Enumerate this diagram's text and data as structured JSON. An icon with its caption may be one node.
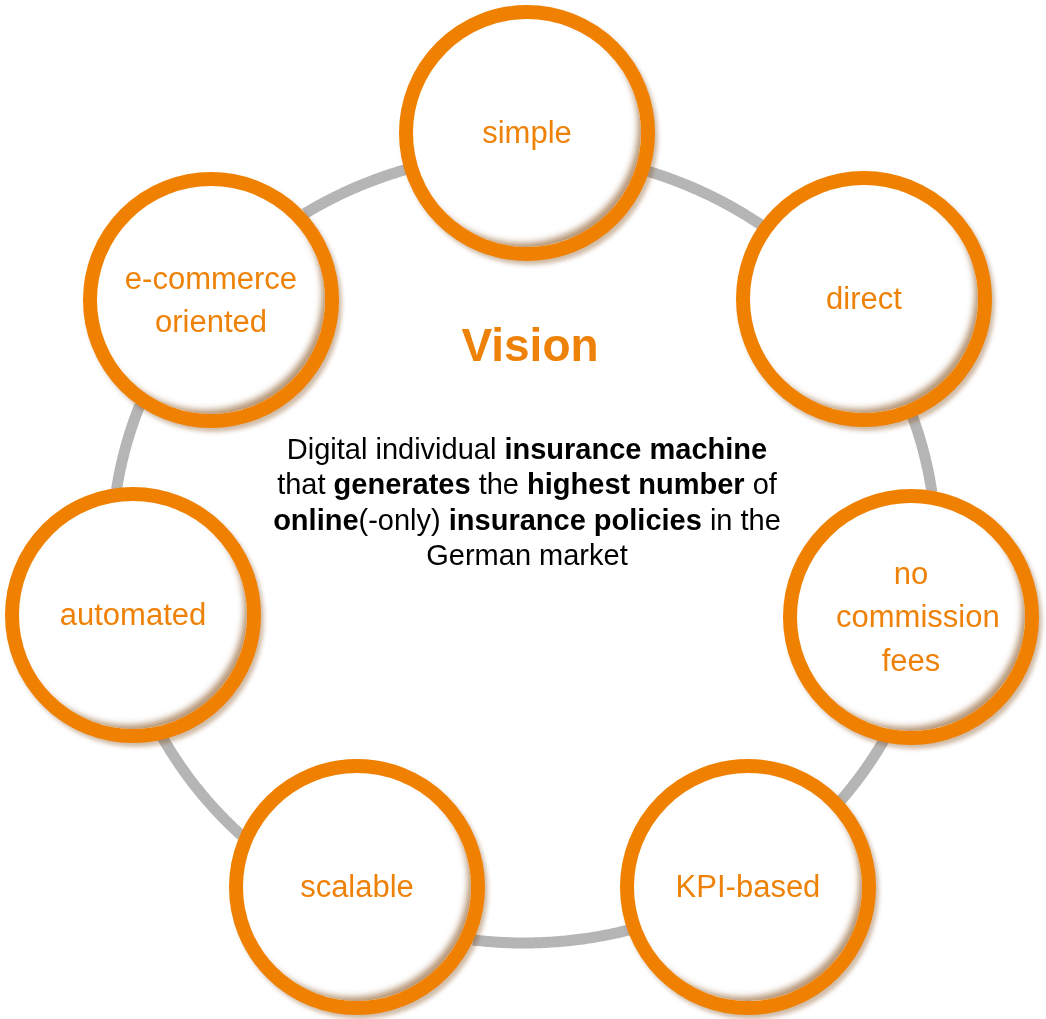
{
  "diagram": {
    "title": "Vision",
    "nodes": [
      {
        "text": [
          "simple"
        ]
      },
      {
        "text": [
          "direct"
        ]
      },
      {
        "text": [
          "no commission fees"
        ]
      },
      {
        "text": [
          "KPI-based"
        ]
      },
      {
        "text": [
          "scalable"
        ]
      },
      {
        "text": [
          "automated"
        ]
      },
      {
        "text": [
          "e-commerce oriented"
        ]
      }
    ],
    "edges": [
      {
        "from": 0,
        "to": 1,
        "arrow": "none"
      },
      {
        "from": 1,
        "to": 2,
        "arrow": "none"
      },
      {
        "from": 2,
        "to": 3,
        "arrow": "none"
      },
      {
        "from": 3,
        "to": 4,
        "arrow": "none"
      },
      {
        "from": 4,
        "to": 5,
        "arrow": "none"
      },
      {
        "from": 5,
        "to": 6,
        "arrow": "none"
      },
      {
        "from": 6,
        "to": 0,
        "arrow": "none"
      }
    ],
    "labels": [
      "Digital individual **insurance machine** that **generates** the **highest number** of **online**(-only) **insurance policies** in the German market"
    ]
  }
}
